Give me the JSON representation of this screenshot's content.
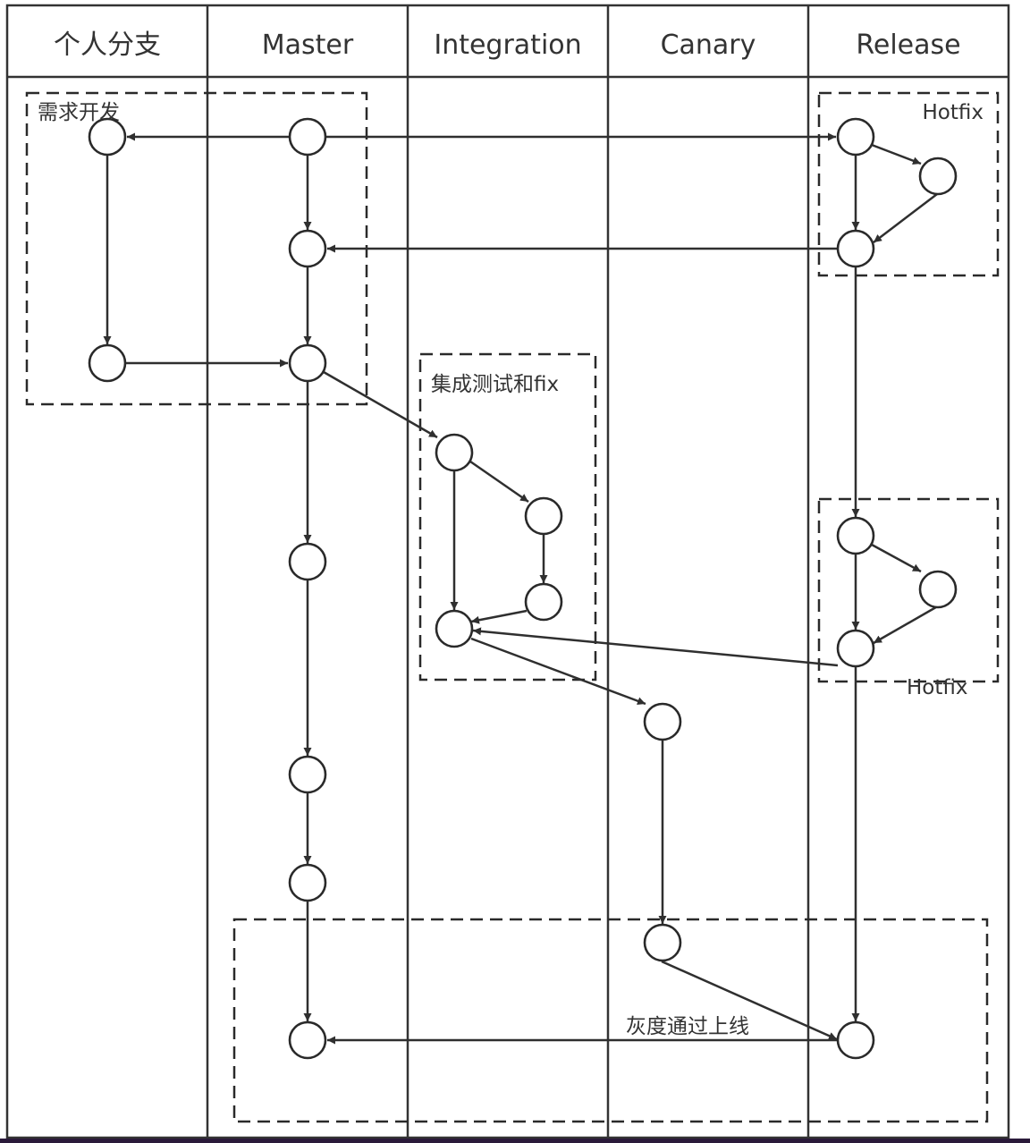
{
  "lanes": [
    "个人分支",
    "Master",
    "Integration",
    "Canary",
    "Release"
  ],
  "groups": {
    "personal": "需求开发",
    "hotfix_top": "Hotfix",
    "integration": "集成测试和fix",
    "hotfix_bottom": "Hotfix",
    "release": "灰度通过上线"
  }
}
